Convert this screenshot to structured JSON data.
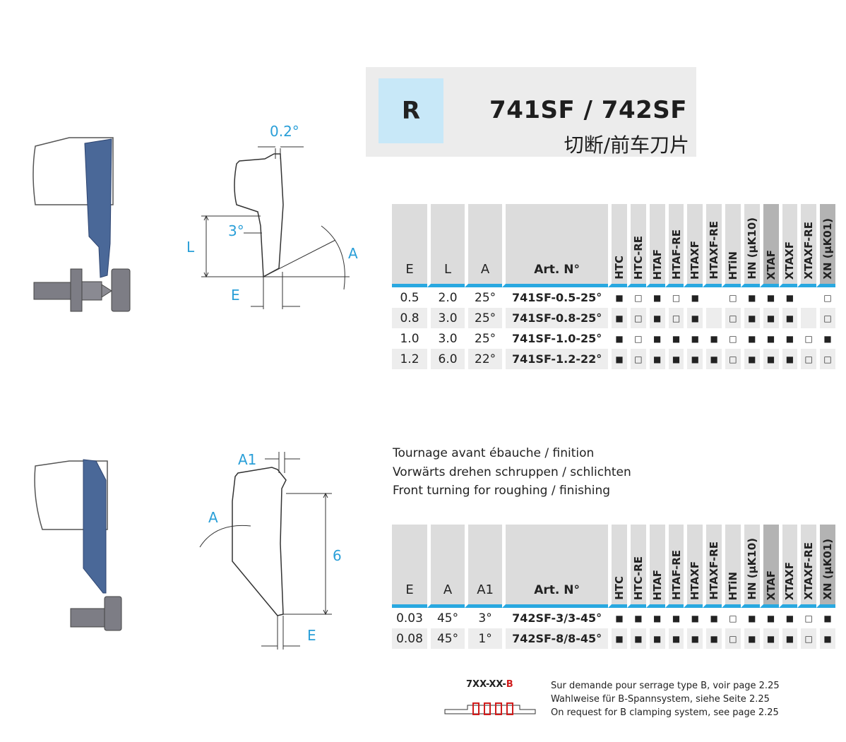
{
  "header": {
    "series_letter": "R",
    "title": "741SF / 742SF",
    "subtitle": "切断/前车刀片"
  },
  "diagram_top": {
    "labels": {
      "angle_small": "0.2°",
      "angle_side": "3°",
      "length": "L",
      "angle_a": "A",
      "edge": "E"
    }
  },
  "diagram_bottom": {
    "labels": {
      "angle_a1": "A1",
      "angle_a": "A",
      "height": "6",
      "edge": "E"
    }
  },
  "table1": {
    "headers": {
      "e": "E",
      "l": "L",
      "a": "A",
      "art": "Art. N°"
    },
    "grades": [
      {
        "name": "HTC",
        "dark": false
      },
      {
        "name": "HTC-RE",
        "dark": false
      },
      {
        "name": "HTAF",
        "dark": false
      },
      {
        "name": "HTAF-RE",
        "dark": false
      },
      {
        "name": "HTAXF",
        "dark": false
      },
      {
        "name": "HTAXF-RE",
        "dark": false
      },
      {
        "name": "HTiN",
        "dark": false
      },
      {
        "name": "HN (µK10)",
        "dark": false
      },
      {
        "name": "XTAF",
        "dark": true
      },
      {
        "name": "XTAXF",
        "dark": false
      },
      {
        "name": "XTAXF-RE",
        "dark": false
      },
      {
        "name": "XN (µK01)",
        "dark": true
      }
    ],
    "rows": [
      {
        "e": "0.5",
        "l": "2.0",
        "a": "25°",
        "art": "741SF-0.5-25°",
        "marks": [
          "■",
          "□",
          "■",
          "□",
          "■",
          "",
          "□",
          "■",
          "■",
          "■",
          "",
          "□"
        ]
      },
      {
        "e": "0.8",
        "l": "3.0",
        "a": "25°",
        "art": "741SF-0.8-25°",
        "marks": [
          "■",
          "□",
          "■",
          "□",
          "■",
          "",
          "□",
          "■",
          "■",
          "■",
          "",
          "□"
        ]
      },
      {
        "e": "1.0",
        "l": "3.0",
        "a": "25°",
        "art": "741SF-1.0-25°",
        "marks": [
          "■",
          "□",
          "■",
          "■",
          "■",
          "■",
          "□",
          "■",
          "■",
          "■",
          "□",
          "■"
        ]
      },
      {
        "e": "1.2",
        "l": "6.0",
        "a": "22°",
        "art": "741SF-1.2-22°",
        "marks": [
          "■",
          "□",
          "■",
          "■",
          "■",
          "■",
          "□",
          "■",
          "■",
          "■",
          "□",
          "□"
        ]
      }
    ]
  },
  "description": {
    "fr": "Tournage avant ébauche / finition",
    "de": "Vorwärts drehen schruppen / schlichten",
    "en": "Front turning for roughing / finishing"
  },
  "table2": {
    "headers": {
      "e": "E",
      "a": "A",
      "a1": "A1",
      "art": "Art. N°"
    },
    "grades": [
      {
        "name": "HTC",
        "dark": false
      },
      {
        "name": "HTC-RE",
        "dark": false
      },
      {
        "name": "HTAF",
        "dark": false
      },
      {
        "name": "HTAF-RE",
        "dark": false
      },
      {
        "name": "HTAXF",
        "dark": false
      },
      {
        "name": "HTAXF-RE",
        "dark": false
      },
      {
        "name": "HTiN",
        "dark": false
      },
      {
        "name": "HN (µK10)",
        "dark": false
      },
      {
        "name": "XTAF",
        "dark": true
      },
      {
        "name": "XTAXF",
        "dark": false
      },
      {
        "name": "XTAXF-RE",
        "dark": false
      },
      {
        "name": "XN (µK01)",
        "dark": true
      }
    ],
    "rows": [
      {
        "e": "0.03",
        "a": "45°",
        "a1": "3°",
        "art": "742SF-3/3-45°",
        "marks": [
          "■",
          "■",
          "■",
          "■",
          "■",
          "■",
          "□",
          "■",
          "■",
          "■",
          "□",
          "■"
        ]
      },
      {
        "e": "0.08",
        "a": "45°",
        "a1": "1°",
        "art": "742SF-8/8-45°",
        "marks": [
          "■",
          "■",
          "■",
          "■",
          "■",
          "■",
          "□",
          "■",
          "■",
          "■",
          "□",
          "■"
        ]
      }
    ]
  },
  "footnote": {
    "code_prefix": "7XX-XX-",
    "code_suffix": "B",
    "lines": [
      "Sur demande pour serrage type B, voir page 2.25",
      "Wahlweise für B-Spannsystem, siehe Seite 2.25",
      "On request for B clamping system, see page 2.25"
    ]
  },
  "colors": {
    "accent_blue": "#29a8e0",
    "header_box": "#c8e8f8",
    "tool_blue": "#4a6898",
    "grey_part": "#7a7a80",
    "red_code": "#d01c1c"
  }
}
